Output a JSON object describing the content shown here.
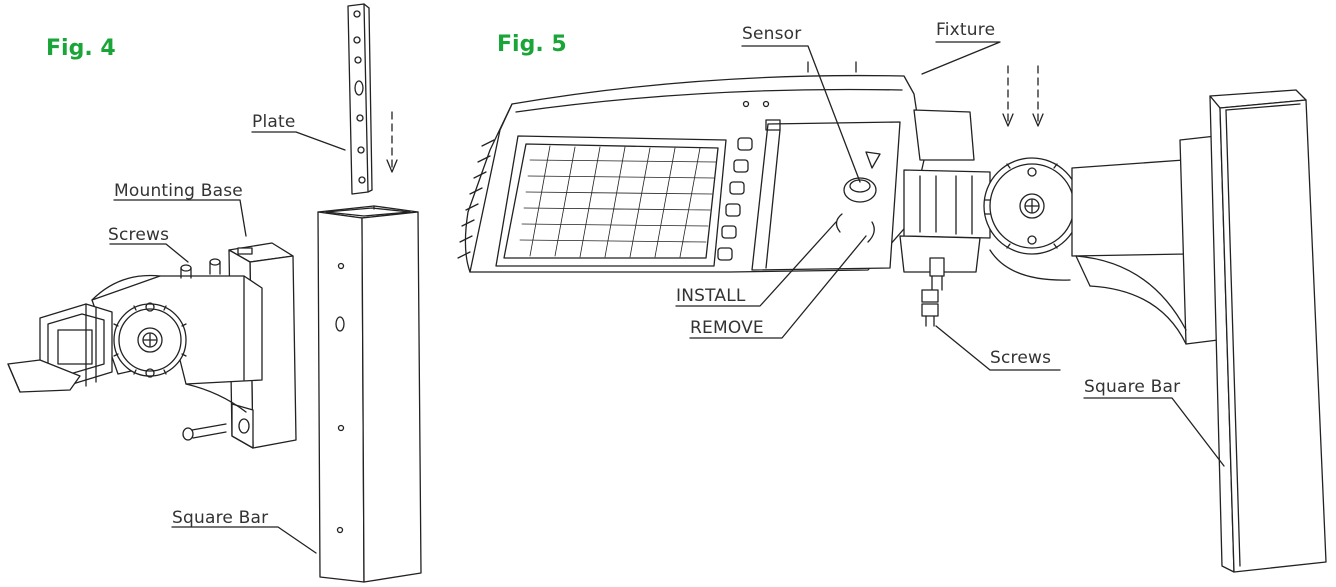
{
  "figures": [
    {
      "title": "Fig. 4",
      "labels": {
        "plate": "Plate",
        "mounting_base": "Mounting Base",
        "screws": "Screws",
        "square_bar": "Square Bar"
      }
    },
    {
      "title": "Fig. 5",
      "labels": {
        "sensor": "Sensor",
        "fixture": "Fixture",
        "install": "INSTALL",
        "remove": "REMOVE",
        "screws": "Screws",
        "square_bar": "Square Bar"
      }
    }
  ],
  "colors": {
    "figure_title": "#1aa538",
    "line_art": "#222222",
    "callout_text": "#333333"
  }
}
